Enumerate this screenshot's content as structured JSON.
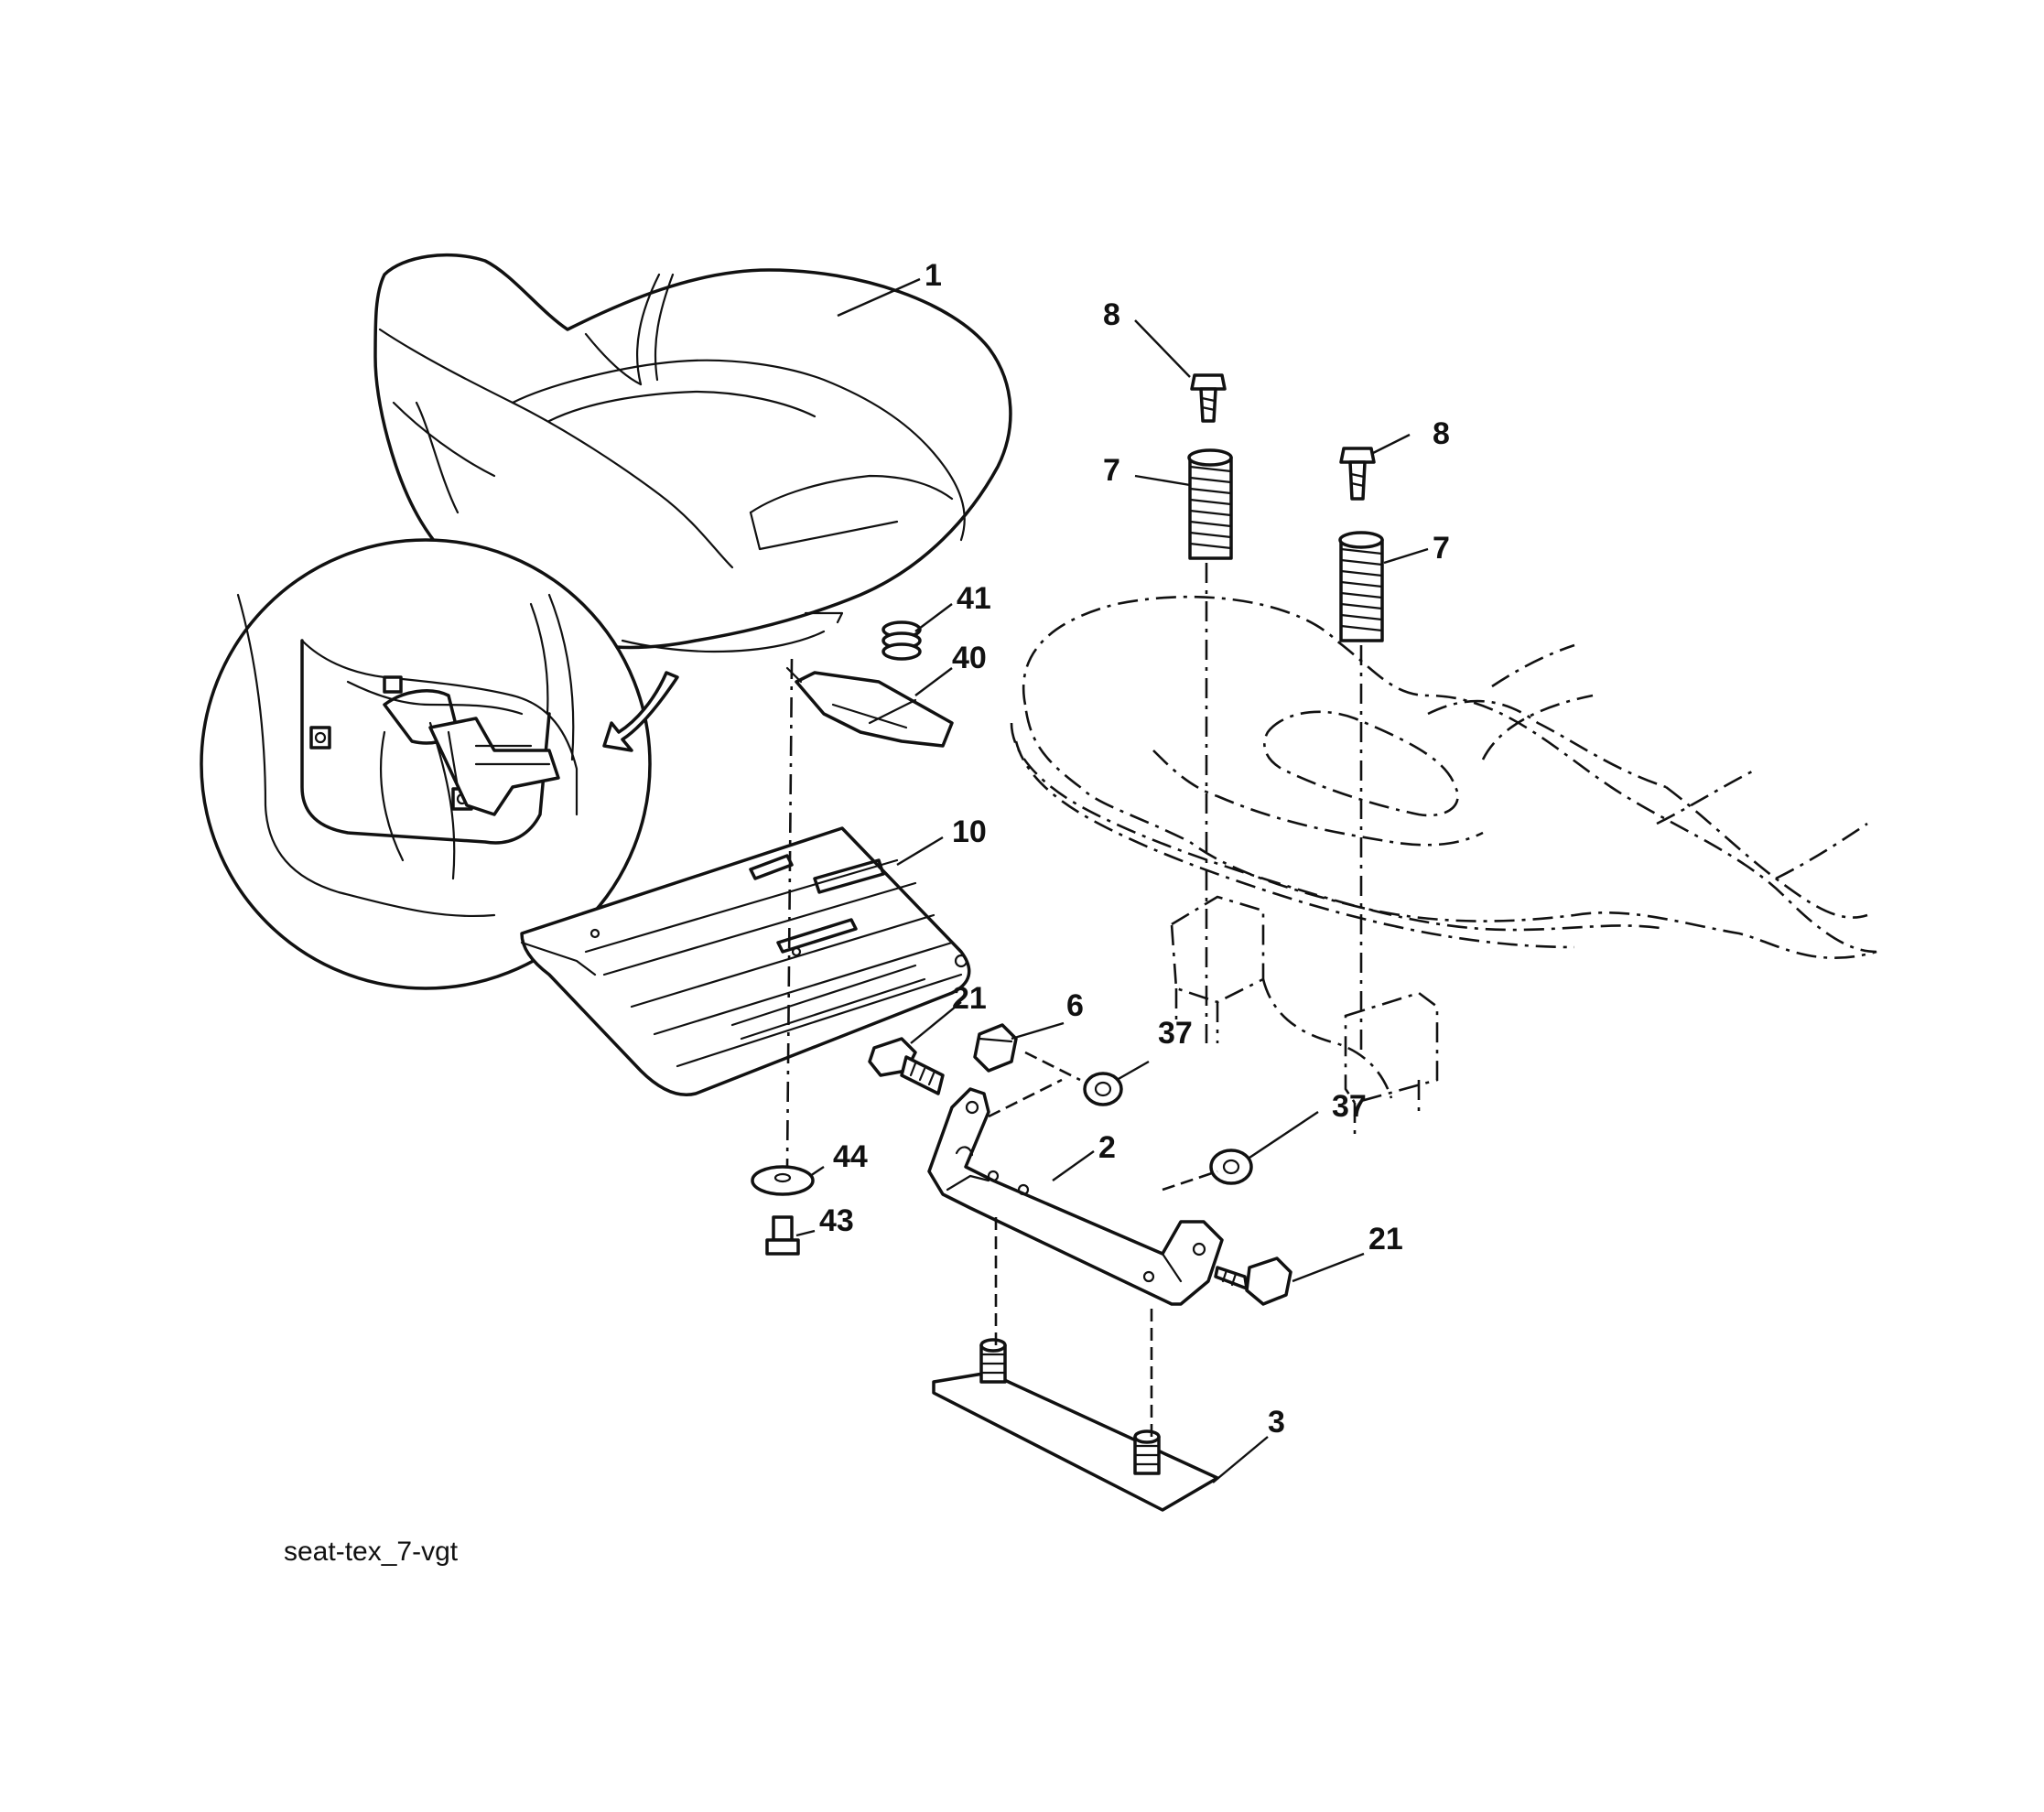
{
  "diagram": {
    "caption": "seat-tex_7-vgt",
    "callouts": {
      "c1": "1",
      "c8a": "8",
      "c8b": "8",
      "c7a": "7",
      "c7b": "7",
      "c41": "41",
      "c40": "40",
      "c10": "10",
      "c21a": "21",
      "c6": "6",
      "c37a": "37",
      "c37b": "37",
      "c2": "2",
      "c44": "44",
      "c43": "43",
      "c21b": "21",
      "c3": "3"
    }
  }
}
